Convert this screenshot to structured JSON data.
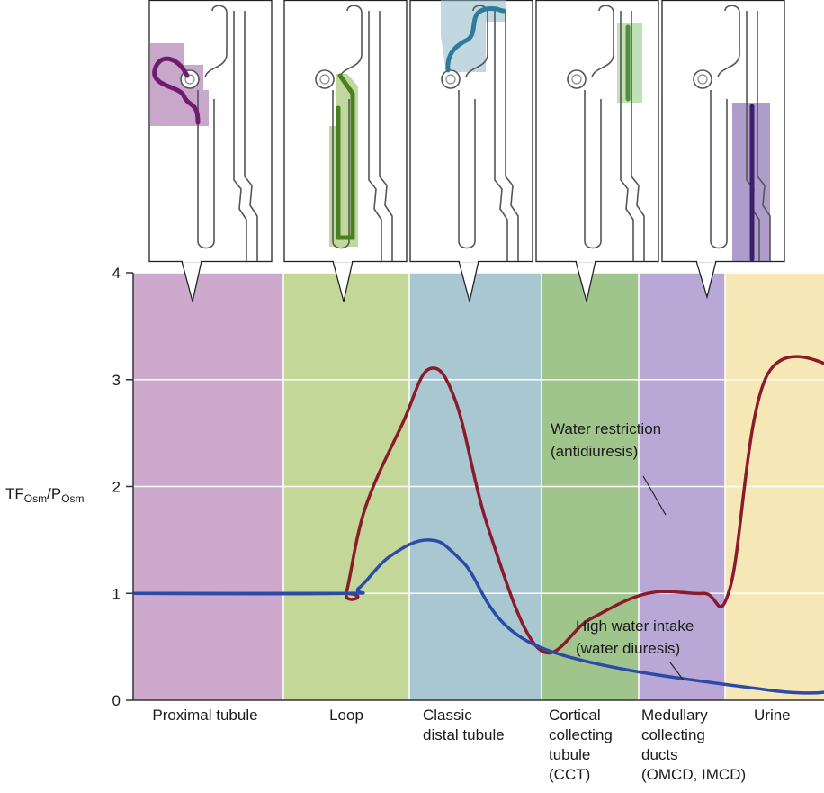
{
  "chart_data": {
    "type": "line",
    "ylabel_main": "TF",
    "ylabel_sub1": "Osm",
    "ylabel_mid": "/P",
    "ylabel_sub2": "Osm",
    "yticks": [
      "0",
      "1",
      "2",
      "3",
      "4"
    ],
    "ylim": [
      0,
      4
    ],
    "grid": true,
    "segments": [
      {
        "lines": [
          "Proximal tubule"
        ],
        "color": "#cda9cd"
      },
      {
        "lines": [
          "Loop"
        ],
        "color": "#c3d898"
      },
      {
        "lines": [
          "Classic",
          "distal tubule"
        ],
        "color": "#a9c7d0"
      },
      {
        "lines": [
          "Cortical",
          "collecting",
          "tubule",
          "(CCT)"
        ],
        "color": "#9fc58c"
      },
      {
        "lines": [
          "Medullary",
          "collecting",
          "ducts",
          "(OMCD, IMCD)"
        ],
        "color": "#b9a7d6"
      },
      {
        "lines": [
          "Urine"
        ],
        "color": "#f6e7b7"
      }
    ],
    "series": [
      {
        "name": "Water restriction (antidiuresis)",
        "color": "#8b1a2a",
        "points": [
          [
            0,
            1
          ],
          [
            1.45,
            1
          ],
          [
            1.5,
            1.01
          ],
          [
            1.65,
            1.8
          ],
          [
            1.95,
            2.6
          ],
          [
            2.15,
            3.1
          ],
          [
            2.35,
            2.8
          ],
          [
            2.6,
            1.6
          ],
          [
            2.98,
            0.48
          ],
          [
            3.5,
            0.76
          ],
          [
            4.1,
            1.0
          ],
          [
            4.75,
            1.0
          ],
          [
            5.05,
            1.05
          ],
          [
            5.43,
            3.05
          ],
          [
            6.25,
            3.07
          ]
        ]
      },
      {
        "name": "High water intake (water diuresis)",
        "color": "#2d4aa8",
        "points": [
          [
            0,
            1
          ],
          [
            1.47,
            1
          ],
          [
            1.6,
            1.05
          ],
          [
            1.85,
            1.35
          ],
          [
            2.15,
            1.5
          ],
          [
            2.4,
            1.3
          ],
          [
            2.98,
            0.5
          ],
          [
            5.4,
            0.1
          ],
          [
            6.25,
            0.1
          ]
        ]
      }
    ],
    "annotations": [
      {
        "lines": [
          "Water restriction",
          "(antidiuresis)"
        ]
      },
      {
        "lines": [
          "High water intake",
          "(water diuresis)"
        ]
      }
    ],
    "panels": [
      {
        "name": "proximal",
        "highlight": "#9b5fa0",
        "tubule": "#6d1c6f"
      },
      {
        "name": "loop",
        "highlight": "#8db84f",
        "tubule": "#4a7f21"
      },
      {
        "name": "distal",
        "highlight": "#8fb8c6",
        "tubule": "#2f7b9a"
      },
      {
        "name": "cct",
        "highlight": "#8fc77a",
        "tubule": "#4c8f3c"
      },
      {
        "name": "collecting",
        "highlight": "#6c4a9e",
        "tubule": "#3b1f6b"
      }
    ]
  }
}
